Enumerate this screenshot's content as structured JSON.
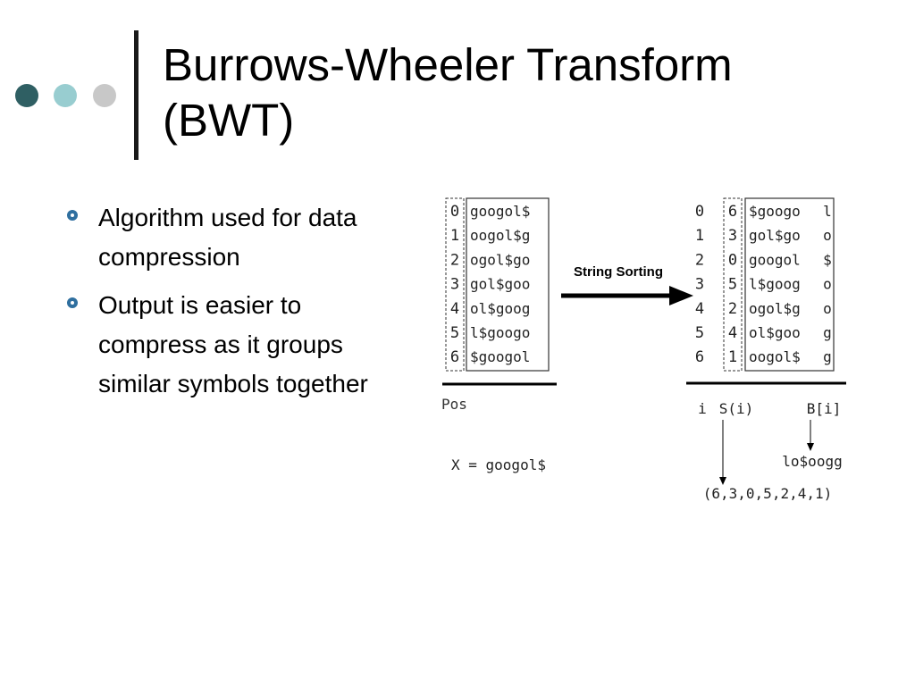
{
  "slide": {
    "title_line1": "Burrows-Wheeler Transform",
    "title_line2": "(BWT)",
    "bullets": [
      {
        "text": "Algorithm used for data compression"
      },
      {
        "text": "Output is easier to compress as it groups similar symbols together"
      }
    ]
  },
  "diagram": {
    "left_indices": [
      "0",
      "1",
      "2",
      "3",
      "4",
      "5",
      "6"
    ],
    "left_rotations": [
      "googol$",
      "oogol$g",
      "ogol$go",
      "gol$goo",
      "ol$goog",
      "l$googo",
      "$googol"
    ],
    "pos_label": "Pos",
    "arrow_label": "String Sorting",
    "x_label": "X = googol$",
    "right_indices": [
      "0",
      "1",
      "2",
      "3",
      "4",
      "5",
      "6"
    ],
    "sa_values": [
      "6",
      "3",
      "0",
      "5",
      "2",
      "4",
      "1"
    ],
    "sorted_rotations": [
      "$googo",
      "gol$go",
      "googol",
      "l$goog",
      "ogol$g",
      "ol$goo",
      "oogol$"
    ],
    "last_chars": [
      "l",
      "o",
      "$",
      "o",
      "o",
      "g",
      "g"
    ],
    "i_label": "i",
    "s_label": "S(i)",
    "b_label": "B[i]",
    "bwt_output": "lo$oogg",
    "sa_output": "(6,3,0,5,2,4,1)"
  }
}
